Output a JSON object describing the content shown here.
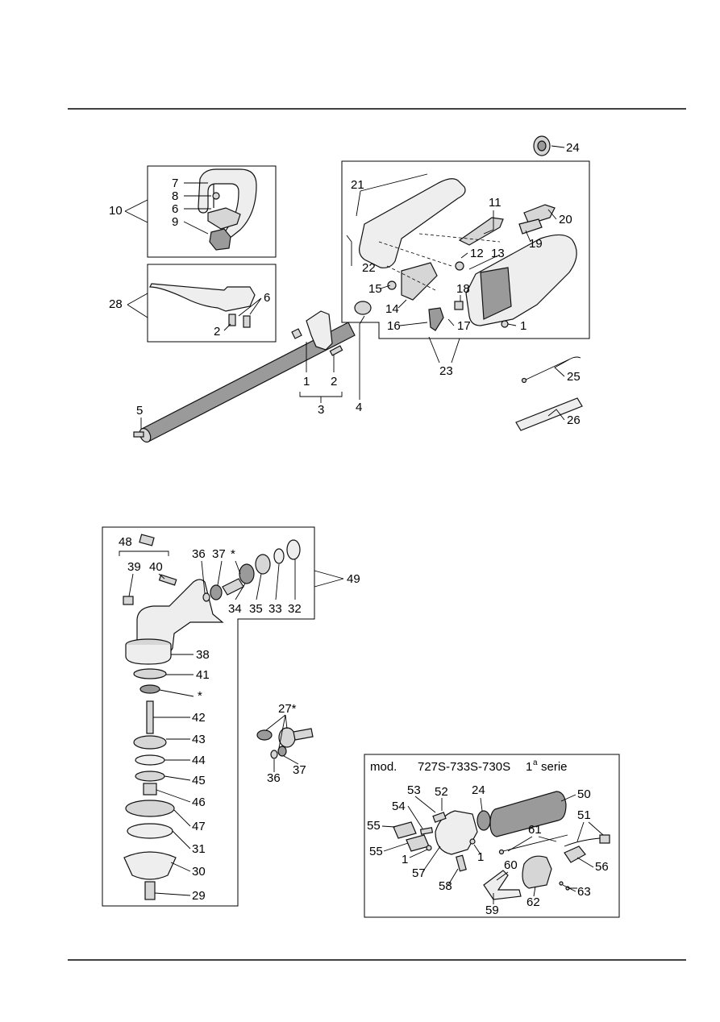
{
  "diagram": {
    "upper_assembly": {
      "callouts": [
        "7",
        "8",
        "6",
        "9",
        "10",
        "28",
        "6",
        "2",
        "21",
        "11",
        "20",
        "19",
        "22",
        "12",
        "13",
        "15",
        "18",
        "14",
        "16",
        "17",
        "1",
        "23",
        "24",
        "25",
        "26",
        "1",
        "2",
        "3",
        "4",
        "5"
      ]
    },
    "lower_assembly": {
      "callouts": [
        "48",
        "36",
        "37",
        "*",
        "39",
        "40",
        "34",
        "35",
        "33",
        "32",
        "49",
        "38",
        "41",
        "*",
        "42",
        "43",
        "44",
        "45",
        "46",
        "47",
        "31",
        "30",
        "29",
        "27*",
        "36",
        "37"
      ]
    },
    "inset": {
      "model_label": "mod.",
      "model_names": "727S-733S-730S",
      "series_number": "1",
      "series_sup": "a",
      "series_word": "serie",
      "callouts": [
        "53",
        "52",
        "24",
        "50",
        "54",
        "51",
        "55",
        "61",
        "55",
        "1",
        "1",
        "60",
        "56",
        "57",
        "58",
        "63",
        "59",
        "62"
      ]
    }
  }
}
